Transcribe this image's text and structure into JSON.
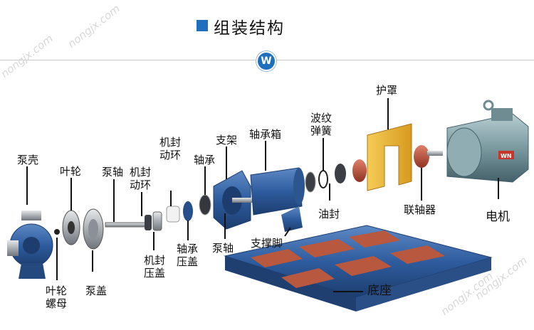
{
  "title": "组装结构",
  "badge": "W",
  "watermark": "nongjx.com",
  "motor_plate": "WN",
  "labels": {
    "pump_casing": "泵壳",
    "impeller": "叶轮",
    "pump_shaft_top": "泵轴",
    "seal_ring_1": [
      "机封",
      "动环"
    ],
    "seal_ring_2": [
      "机封",
      "动环"
    ],
    "bearing": "轴承",
    "bracket": "支架",
    "bearing_box": "轴承箱",
    "wave_spring": [
      "波纹",
      "弹簧"
    ],
    "guard": "护罩",
    "motor": "电机",
    "coupling": "联轴器",
    "oil_seal": "油封",
    "support_foot": "支撑脚",
    "pump_shaft_bottom": "泵轴",
    "bearing_gland": [
      "轴承",
      "压盖"
    ],
    "seal_gland": [
      "机封",
      "压盖"
    ],
    "pump_cover": "泵盖",
    "impeller_nut": [
      "叶轮",
      "螺母"
    ],
    "base": "底座"
  },
  "colors": {
    "accent_blue": "#1f6fbf",
    "pump_blue": "#2e5c9e",
    "motor_teal": "#7a9aa0",
    "guard_yellow": "#e9b531",
    "coupling_red": "#c0523a",
    "steel": "#b9bdc2"
  }
}
